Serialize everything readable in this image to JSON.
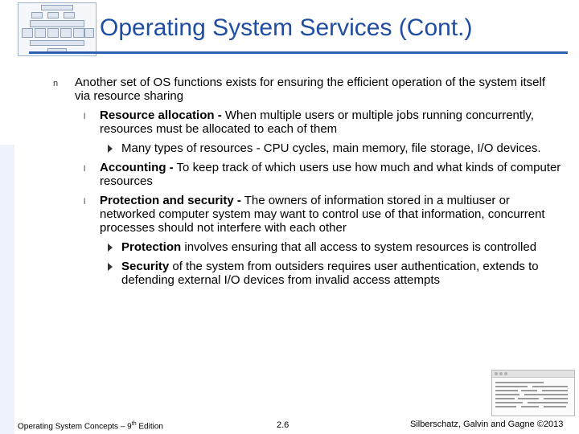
{
  "slide": {
    "title": "Operating System Services (Cont.)",
    "bullets": {
      "intro": "Another set of OS functions exists for ensuring the efficient operation of the system itself via resource sharing",
      "resource_allocation": {
        "term": "Resource allocation -",
        "text": " When  multiple users or multiple jobs running concurrently, resources must be allocated to each of them",
        "sub": "Many types of resources -   CPU cycles, main memory, file storage, I/O devices."
      },
      "accounting": {
        "term": "Accounting -",
        "text": " To keep track of which users use how much and what kinds of computer resources"
      },
      "protection": {
        "term": "Protection and security -",
        "text": " The owners of information stored in a multiuser or networked computer system may want to control use of that information, concurrent processes should not interfere with each other",
        "sub1": {
          "term": "Protection",
          "text": " involves ensuring that all access to system resources is controlled"
        },
        "sub2": {
          "term": "Security",
          "text": " of the system from outsiders requires user authentication, extends to defending external I/O devices from invalid access attempts"
        }
      }
    },
    "bullet_glyphs": {
      "level1": "n",
      "level2": "l"
    }
  },
  "footer": {
    "left_prefix": "Operating System Concepts – 9",
    "left_sup": "th",
    "left_suffix": " Edition",
    "page": "2.6",
    "right": "Silberschatz, Galvin and Gagne ©2013"
  },
  "colors": {
    "title": "#1f4da0",
    "rule": "#2f5fb0"
  },
  "icons": {
    "top_left": "diagram-thumbnail-icon",
    "bottom_right": "terminal-screenshot-icon"
  }
}
